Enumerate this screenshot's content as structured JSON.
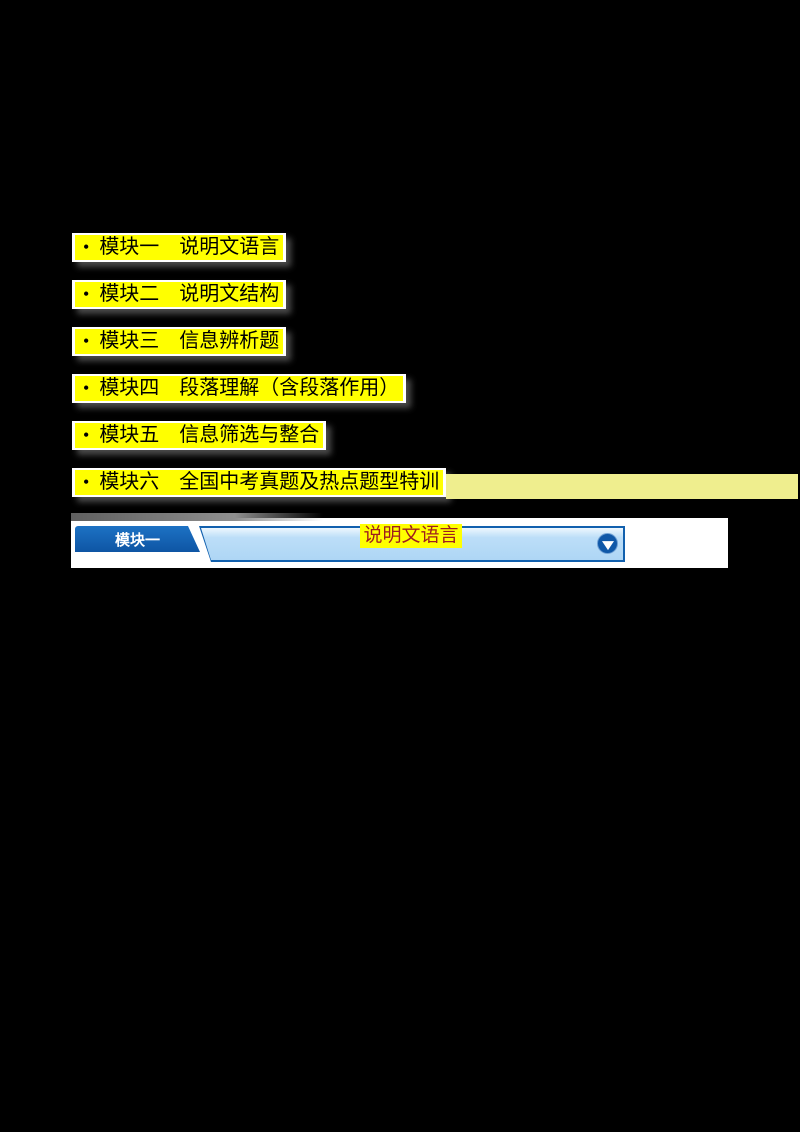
{
  "page": {
    "background_color": "#000000"
  },
  "module_list": {
    "bullet": "•",
    "highlight_color": "#FFFF00",
    "extension_color": "#EFEE8E",
    "text_color": "#000000",
    "items": [
      {
        "label": "模块一　说明文语言"
      },
      {
        "label": "模块二　说明文结构"
      },
      {
        "label": "模块三　信息辨析题"
      },
      {
        "label": "模块四　段落理解（含段落作用）"
      },
      {
        "label": "模块五　信息筛选与整合"
      },
      {
        "label": "模块六　全国中考真题及热点题型特训"
      }
    ]
  },
  "module_banner": {
    "tab_label": "模块一",
    "title": "说明文语言",
    "dropdown_icon": "circle-chevron-down-icon",
    "colors": {
      "tab_blue": "#1160AE",
      "bar_fill": "#BCDEF8",
      "bar_border": "#1160AE",
      "title_text": "#9E1E1E",
      "title_highlight": "#FFFF00",
      "strip_background": "#FFFFFF"
    }
  }
}
